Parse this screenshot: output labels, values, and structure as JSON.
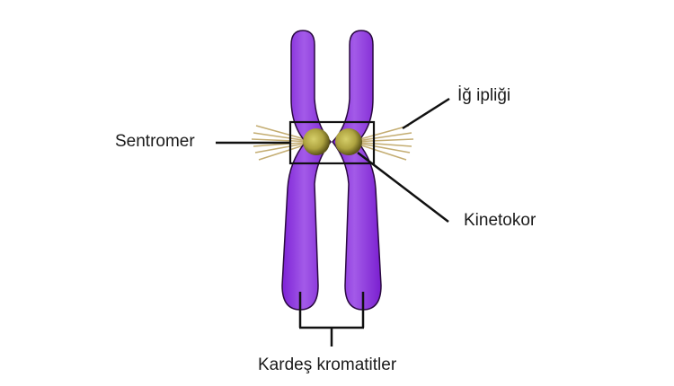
{
  "diagram": {
    "type": "chromosome-structure",
    "labels": {
      "centromere": "Sentromer",
      "spindle_fiber": "İğ ipliği",
      "kinetochore": "Kinetokor",
      "sister_chromatids": "Kardeş kromatitler"
    },
    "colors": {
      "chromatid_fill": "#8a2be2",
      "chromatid_highlight": "#b169f0",
      "chromatid_outline": "#2a0a40",
      "kinetochore_fill": "#b8b04a",
      "kinetochore_dark": "#6e6420",
      "spindle_fiber": "#c9b27a",
      "line": "#111111",
      "background": "#ffffff"
    }
  }
}
